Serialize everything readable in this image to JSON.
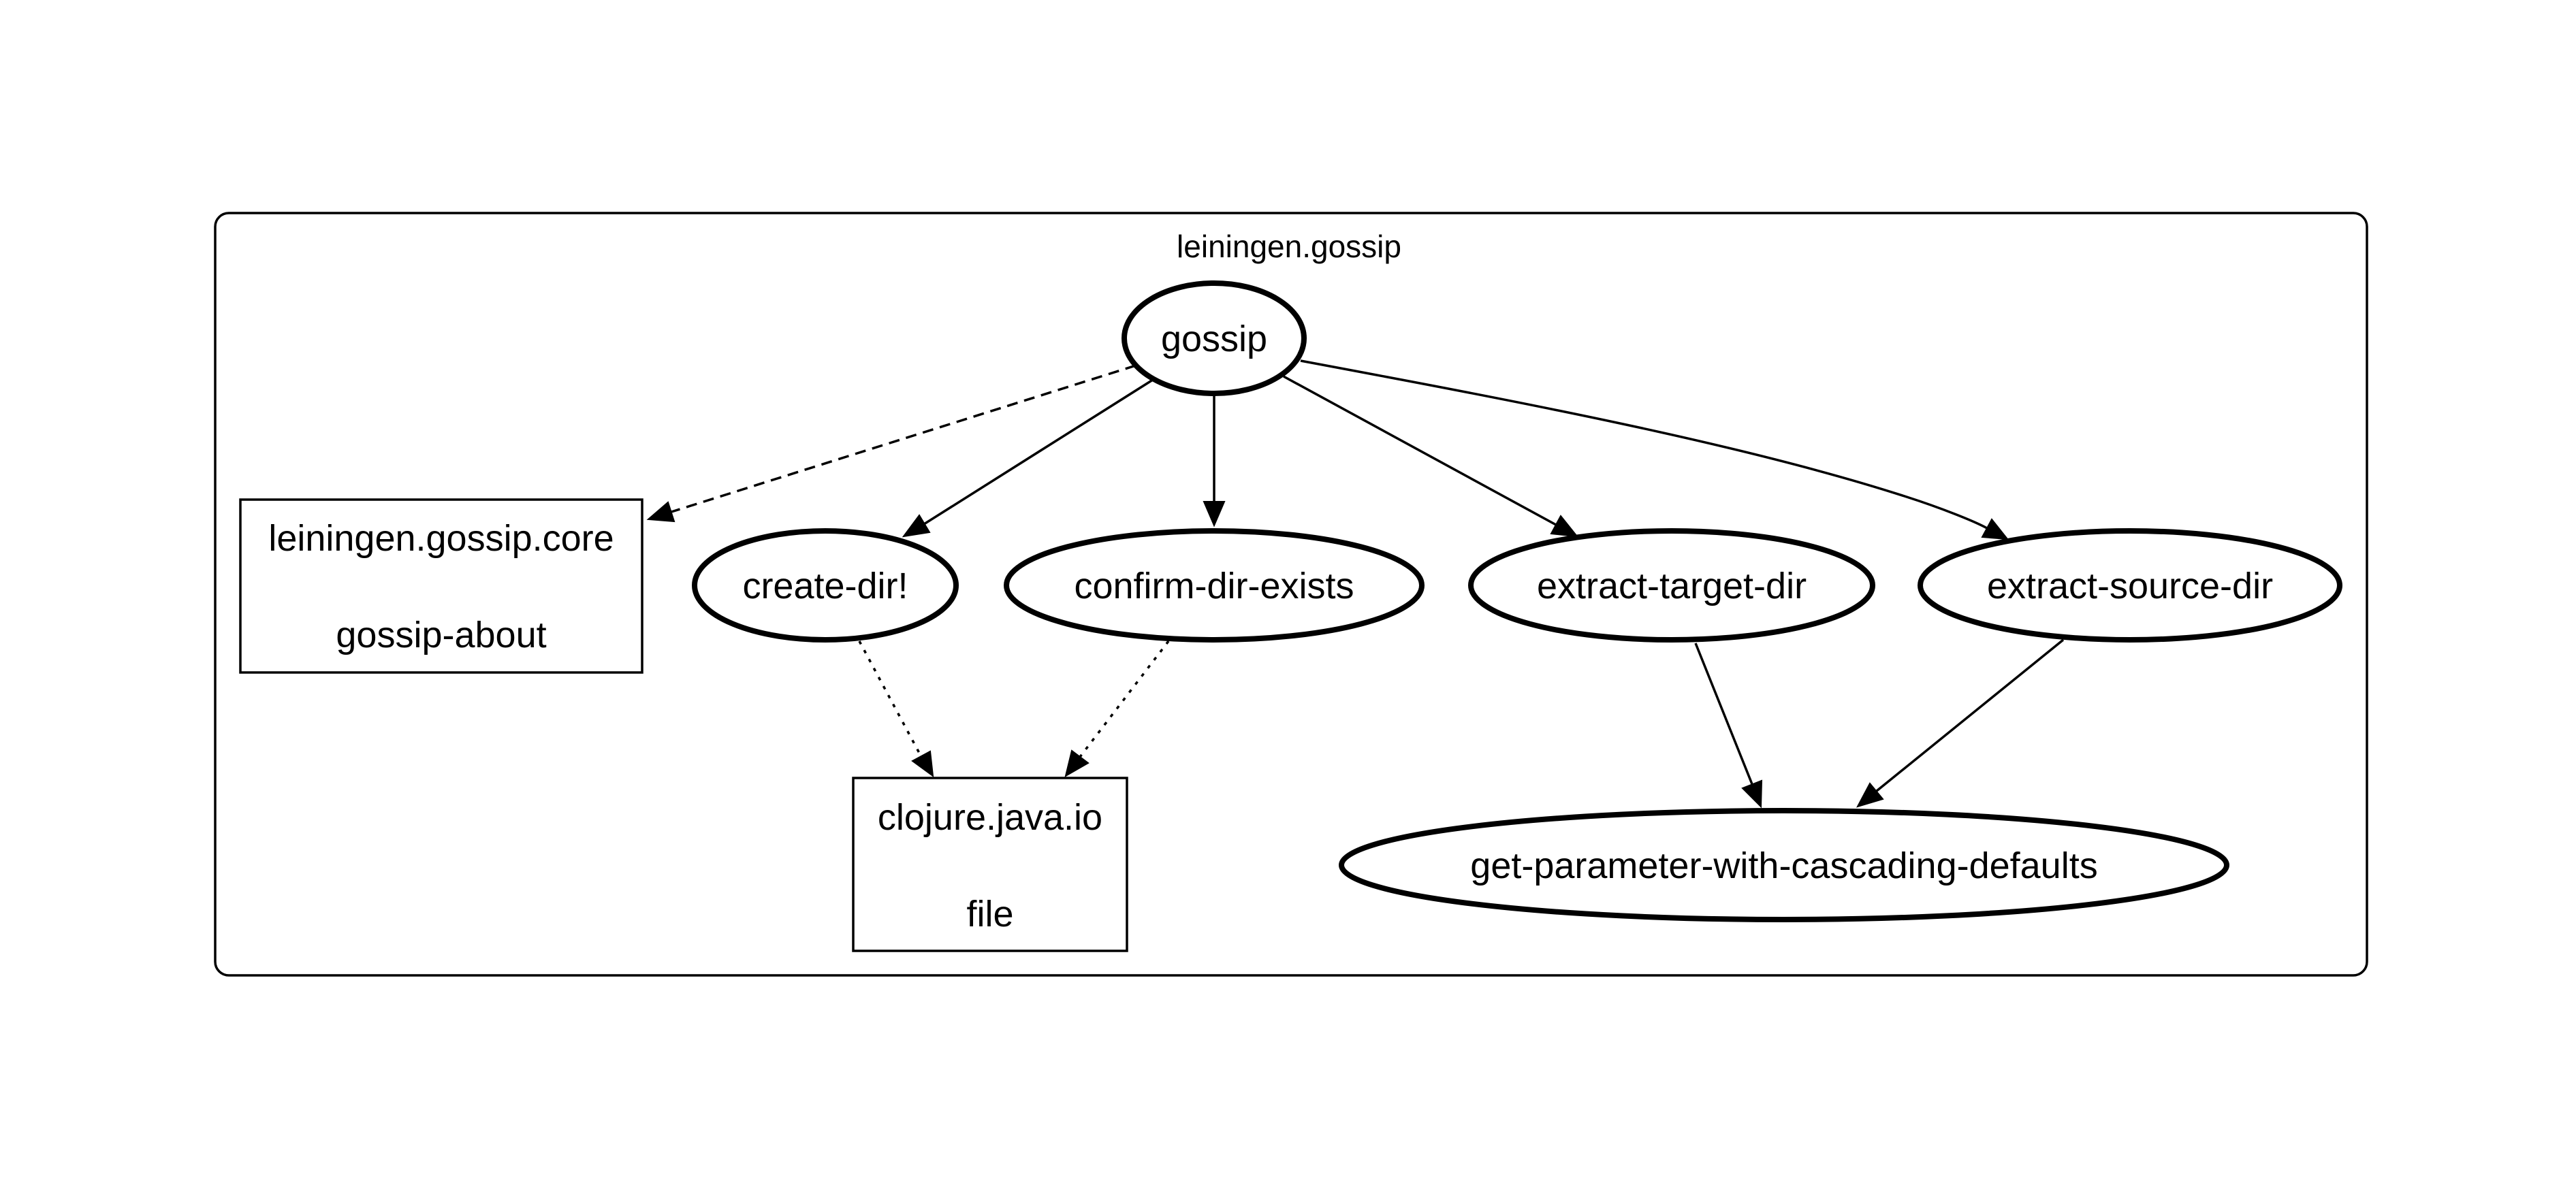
{
  "cluster": {
    "title": "leiningen.gossip"
  },
  "nodes": {
    "gossip": {
      "label": "gossip"
    },
    "core_box": {
      "line1": "leiningen.gossip.core",
      "line2": "gossip-about"
    },
    "create_dir": {
      "label": "create-dir!"
    },
    "confirm_dir_exists": {
      "label": "confirm-dir-exists"
    },
    "extract_target_dir": {
      "label": "extract-target-dir"
    },
    "extract_source_dir": {
      "label": "extract-source-dir"
    },
    "io_box": {
      "line1": "clojure.java.io",
      "line2": "file"
    },
    "get_param": {
      "label": "get-parameter-with-cascading-defaults"
    }
  },
  "edges": [
    {
      "from": "gossip",
      "to": "leiningen.gossip.core",
      "style": "dashed"
    },
    {
      "from": "gossip",
      "to": "create-dir!",
      "style": "solid"
    },
    {
      "from": "gossip",
      "to": "confirm-dir-exists",
      "style": "solid"
    },
    {
      "from": "gossip",
      "to": "extract-target-dir",
      "style": "solid"
    },
    {
      "from": "gossip",
      "to": "extract-source-dir",
      "style": "solid"
    },
    {
      "from": "create-dir!",
      "to": "clojure.java.io",
      "style": "dotted"
    },
    {
      "from": "confirm-dir-exists",
      "to": "clojure.java.io",
      "style": "dotted"
    },
    {
      "from": "extract-target-dir",
      "to": "get-parameter-with-cascading-defaults",
      "style": "solid"
    },
    {
      "from": "extract-source-dir",
      "to": "get-parameter-with-cascading-defaults",
      "style": "solid"
    }
  ]
}
